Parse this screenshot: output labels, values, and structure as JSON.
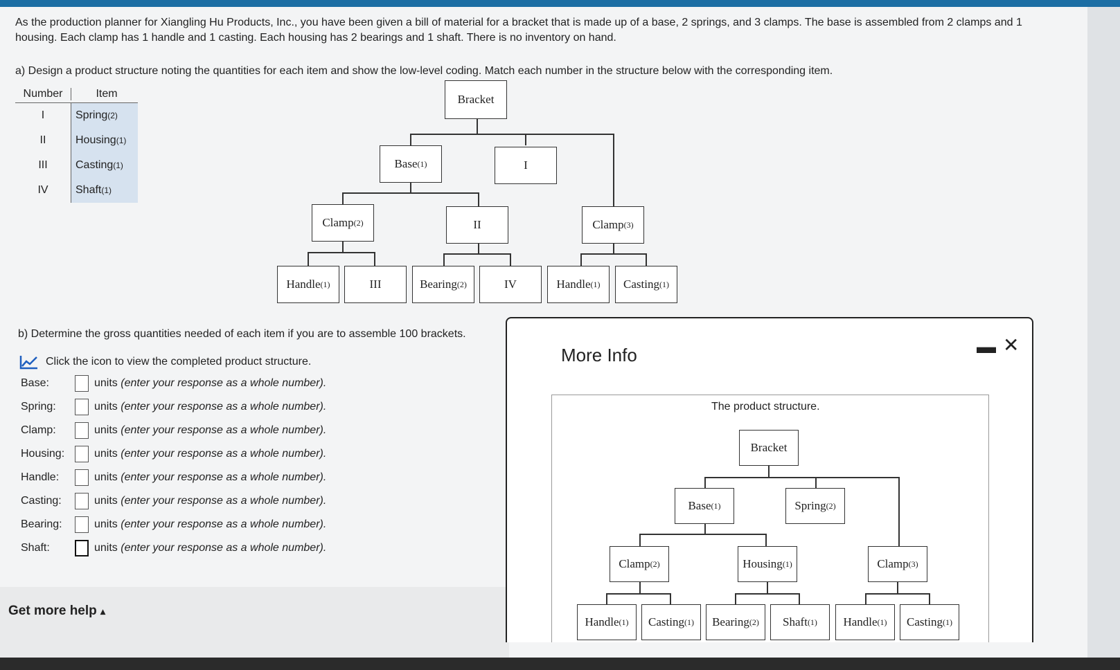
{
  "intro": "As the production planner for Xiangling Hu Products, Inc., you have been given a bill of material for a bracket that is made up of a base, 2 springs, and 3 clamps. The base is assembled from 2 clamps and 1 housing. Each clamp has 1 handle and 1 casting. Each housing has 2 bearings and 1 shaft. There is no inventory on hand.",
  "question_a": "a) Design a product structure noting the quantities for each item and show the low-level coding. Match each number in the structure below with the corresponding item.",
  "table": {
    "headers": [
      "Number",
      "Item"
    ],
    "rows": [
      {
        "num": "I",
        "item": "Spring",
        "qty": "(2)"
      },
      {
        "num": "II",
        "item": "Housing",
        "qty": "(1)"
      },
      {
        "num": "III",
        "item": "Casting",
        "qty": "(1)"
      },
      {
        "num": "IV",
        "item": "Shaft",
        "qty": "(1)"
      }
    ]
  },
  "tree": {
    "bracket": "Bracket",
    "base": "Base",
    "base_q": "(1)",
    "spring_slot": "I",
    "clamp2": "Clamp",
    "clamp2_q": "(2)",
    "housing_slot": "II",
    "clamp3": "Clamp",
    "clamp3_q": "(3)",
    "handle_a": "Handle",
    "handle_a_q": "(1)",
    "casting_slot": "III",
    "bearing": "Bearing",
    "bearing_q": "(2)",
    "shaft_slot": "IV",
    "handle_b": "Handle",
    "handle_b_q": "(1)",
    "casting_b": "Casting",
    "casting_b_q": "(1)"
  },
  "question_b": "b) Determine the gross quantities needed of each item if you are to assemble 100 brackets.",
  "icon_link": "Click the icon to view the completed product structure.",
  "inputs": [
    {
      "label": "Base:",
      "value": ""
    },
    {
      "label": "Spring:",
      "value": ""
    },
    {
      "label": "Clamp:",
      "value": ""
    },
    {
      "label": "Housing:",
      "value": ""
    },
    {
      "label": "Handle:",
      "value": ""
    },
    {
      "label": "Casting:",
      "value": ""
    },
    {
      "label": "Bearing:",
      "value": ""
    },
    {
      "label": "Shaft:",
      "value": ""
    }
  ],
  "input_units": "units",
  "input_hint": "(enter your response as a whole number).",
  "help": "Get more help",
  "help_arrow": "▴",
  "modal": {
    "title": "More Info",
    "minimize": "▬",
    "close": "✕",
    "caption": "The product structure.",
    "tree": {
      "bracket": "Bracket",
      "base": "Base",
      "base_q": "(1)",
      "spring": "Spring",
      "spring_q": "(2)",
      "clamp2": "Clamp",
      "clamp2_q": "(2)",
      "housing": "Housing",
      "housing_q": "(1)",
      "clamp3": "Clamp",
      "clamp3_q": "(3)",
      "handle_a": "Handle",
      "handle_a_q": "(1)",
      "casting_a": "Casting",
      "casting_a_q": "(1)",
      "bearing": "Bearing",
      "bearing_q": "(2)",
      "shaft": "Shaft",
      "shaft_q": "(1)",
      "handle_b": "Handle",
      "handle_b_q": "(1)",
      "casting_b": "Casting",
      "casting_b_q": "(1)"
    }
  },
  "colors": {
    "accent": "#1c6ea4",
    "table_fill": "#d6e2ef",
    "icon": "#1f5fbf"
  }
}
